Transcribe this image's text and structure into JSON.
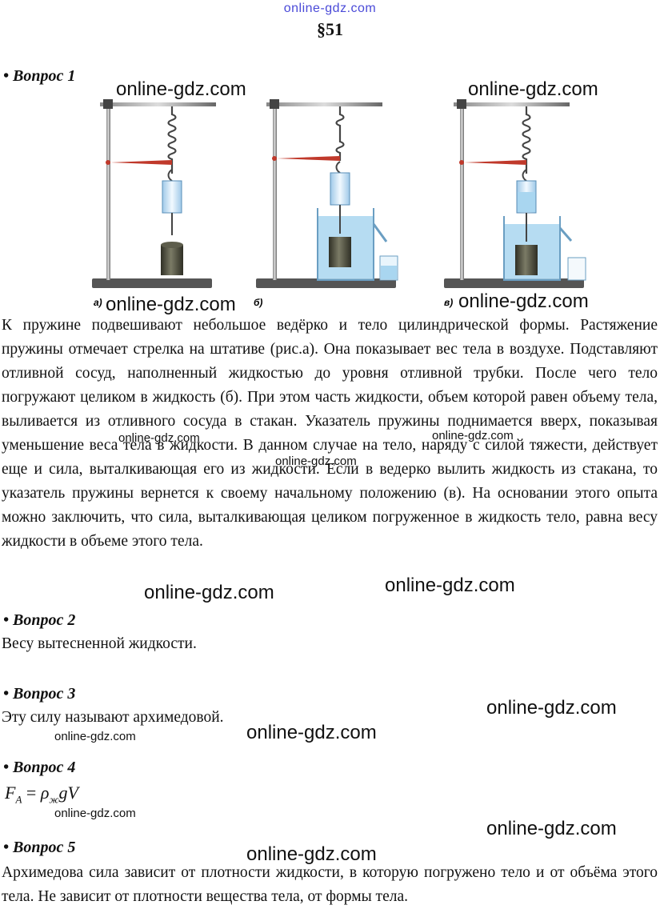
{
  "site_top": "online-gdz.com",
  "section": "§51",
  "questions": [
    {
      "heading": "• Вопрос 1"
    },
    {
      "heading": "• Вопрос 2",
      "answer": "Весу вытесненной жидкости."
    },
    {
      "heading": "• Вопрос 3",
      "answer": "Эту силу называют архимедовой."
    },
    {
      "heading": "• Вопрос 4"
    },
    {
      "heading": "• Вопрос 5",
      "answer": "Архимедова сила зависит от плотности жидкости, в которую погружено тело и от объёма этого тела. Не зависит от плотности вещества тела, от формы тела."
    }
  ],
  "q1_text": "К пружине подвешивают небольшое ведёрко и тело цилиндрической формы. Растяжение пружины отмечает стрелка на штативе (рис.а). Она показывает вес тела в воздухе. Подставляют отливной сосуд, наполненный жидкостью до уровня отливной трубки. После чего тело погружают целиком в жидкость (б). При этом часть жидкости, объем которой равен объему тела, выливается из отливного сосуда в стакан. Указатель пружины поднимается вверх, показывая уменьшение веса тела в жидкости. В данном случае на тело, наряду с силой тяжести, действует еще и сила, выталкивающая его из жидкости. Если в ведерко вылить жидкость из стакана, то указатель пружины вернется к своему начальному положению (в). На основании этого опыта можно заключить, что сила, выталкивающая целиком погруженное в жидкость тело, равна весу жидкости в объеме этого тела.",
  "figure_labels": [
    "а)",
    "б)",
    "в)"
  ],
  "formula": {
    "lhs": "F",
    "lhs_sub": "A",
    "eq": " = ",
    "rho": "ρ",
    "rho_sub": "ж",
    "rest": "gV"
  },
  "watermark": "online-gdz.com",
  "colors": {
    "water": "#a9d6f0",
    "pointer": "#c0392b",
    "weight": "#4a4a3a",
    "stand": "#555555"
  }
}
